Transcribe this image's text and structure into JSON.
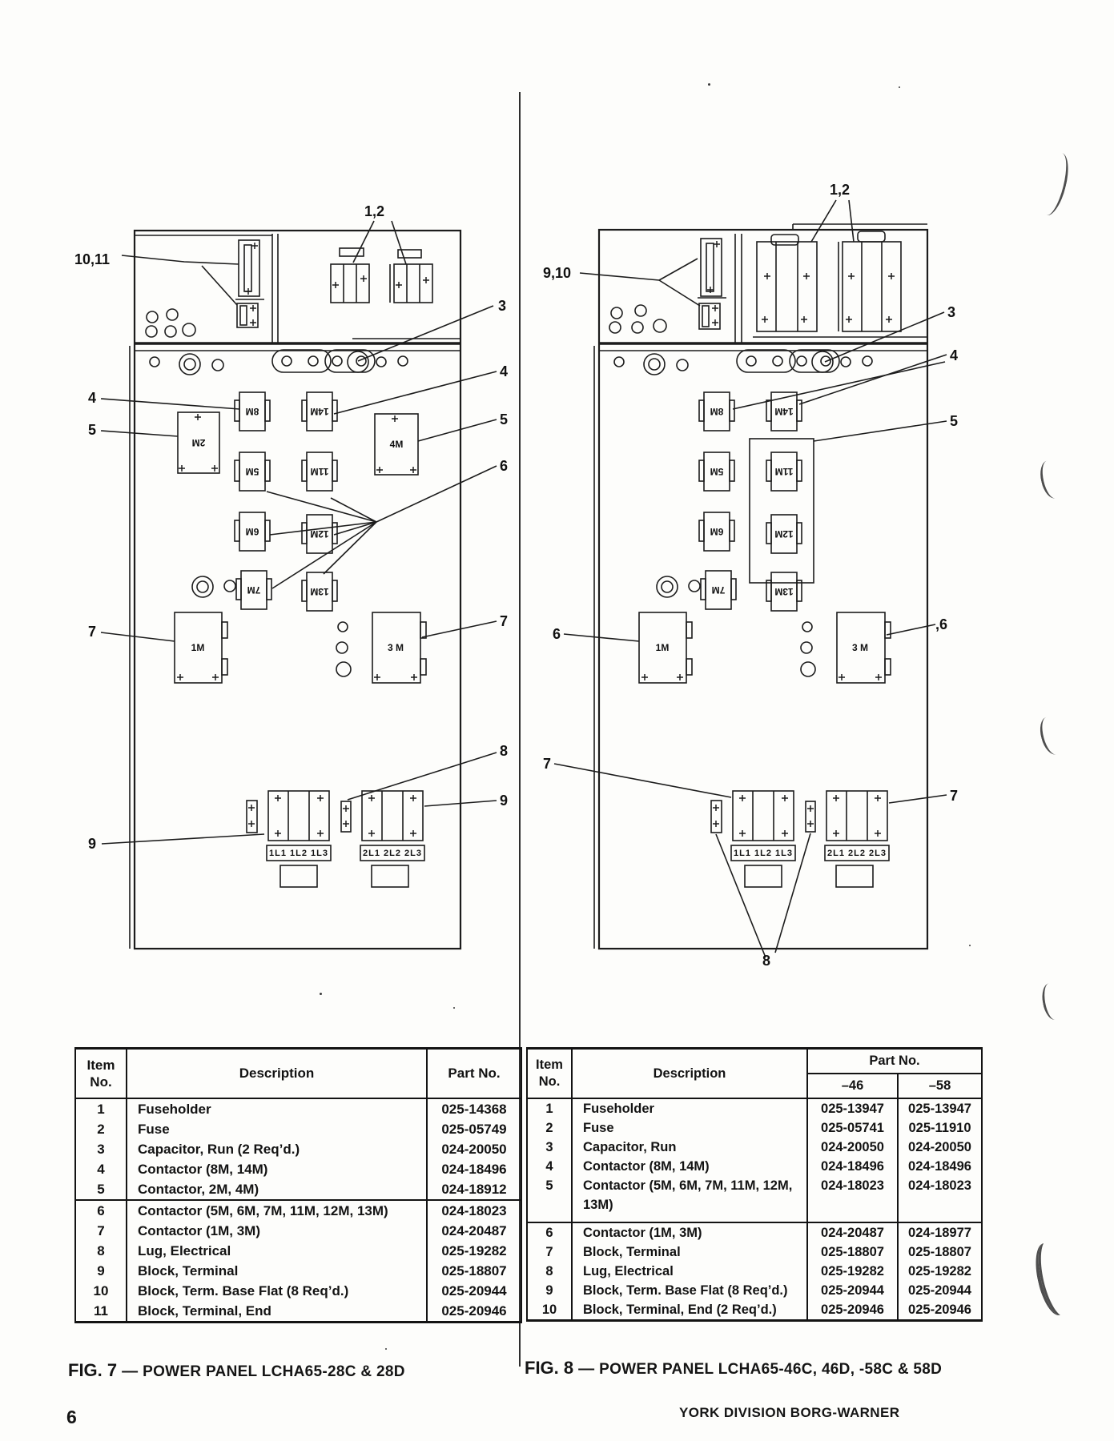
{
  "page": {
    "number": "6",
    "footer": "YORK DIVISION BORG-WARNER"
  },
  "fig7": {
    "caption": {
      "label": "FIG. 7",
      "separator": "—",
      "title": "POWER PANEL LCHA65-28C & 28D"
    },
    "callouts": {
      "left_10_11": "10,11",
      "top_1_2": "1,2",
      "right_3": "3",
      "right_4": "4",
      "left_4": "4",
      "left_5": "5",
      "right_5": "5",
      "right_6": "6",
      "right_7": "7",
      "left_7": "7",
      "right_8": "8",
      "right_9": "9",
      "left_9": "9"
    },
    "components": {
      "c8m": "8M",
      "c14m": "14M",
      "c2m": "2M",
      "c4m": "4M",
      "c5m": "5M",
      "c11m": "11M",
      "c6m": "6M",
      "c12m": "12M",
      "c7m": "7M",
      "c13m": "13M",
      "c1m": "1M",
      "c3m": "3 M",
      "tb1": "1L1 1L2 1L3",
      "tb2": "2L1 2L2 2L3"
    },
    "table": {
      "headers": {
        "item_line1": "Item",
        "item_line2": "No.",
        "description": "Description",
        "part": "Part No."
      },
      "rows": [
        {
          "item": "1",
          "description": "Fuseholder",
          "part": "025-14368"
        },
        {
          "item": "2",
          "description": "Fuse",
          "part": "025-05749"
        },
        {
          "item": "3",
          "description": "Capacitor, Run (2 Req’d.)",
          "part": "024-20050"
        },
        {
          "item": "4",
          "description": "Contactor (8M, 14M)",
          "part": "024-18496"
        },
        {
          "item": "5",
          "description": "Contactor, 2M, 4M)",
          "part": "024-18912"
        },
        {
          "item": "6",
          "description": "Contactor (5M, 6M, 7M, 11M, 12M, 13M)",
          "part": "024-18023"
        },
        {
          "item": "7",
          "description": "Contactor (1M, 3M)",
          "part": "024-20487"
        },
        {
          "item": "8",
          "description": "Lug, Electrical",
          "part": "025-19282"
        },
        {
          "item": "9",
          "description": "Block, Terminal",
          "part": "025-18807"
        },
        {
          "item": "10",
          "description": "Block, Term. Base Flat (8 Req’d.)",
          "part": "025-20944"
        },
        {
          "item": "11",
          "description": "Block, Terminal, End",
          "part": "025-20946"
        }
      ]
    }
  },
  "fig8": {
    "caption": {
      "label": "FIG. 8",
      "separator": "—",
      "title": "POWER PANEL LCHA65-46C, 46D, -58C & 58D"
    },
    "callouts": {
      "left_9_10": "9,10",
      "top_1_2": "1,2",
      "right_3": "3",
      "right_4": "4",
      "right_5": "5",
      "left_6": "6",
      "right_6": ",6",
      "left_7": "7",
      "right_7": "7",
      "bottom_8": "8"
    },
    "components": {
      "c8m": "8M",
      "c14m": "14M",
      "c5m": "5M",
      "c11m": "11M",
      "c6m": "6M",
      "c12m": "12M",
      "c7m": "7M",
      "c13m": "13M",
      "c1m": "1M",
      "c3m": "3 M",
      "tb1": "1L1 1L2 1L3",
      "tb2": "2L1 2L2 2L3"
    },
    "table": {
      "headers": {
        "item_line1": "Item",
        "item_line2": "No.",
        "description": "Description",
        "part": "Part No.",
        "col46": "–46",
        "col58": "–58"
      },
      "rows": [
        {
          "item": "1",
          "description": "Fuseholder",
          "part46": "025-13947",
          "part58": "025-13947"
        },
        {
          "item": "2",
          "description": "Fuse",
          "part46": "025-05741",
          "part58": "025-11910"
        },
        {
          "item": "3",
          "description": "Capacitor, Run",
          "part46": "024-20050",
          "part58": "024-20050"
        },
        {
          "item": "4",
          "description": "Contactor (8M, 14M)",
          "part46": "024-18496",
          "part58": "024-18496"
        },
        {
          "item": "5",
          "description": "Contactor (5M, 6M, 7M, 11M, 12M, 13M)",
          "part46": "024-18023",
          "part58": "024-18023"
        },
        {
          "item": "6",
          "description": "Contactor (1M, 3M)",
          "part46": "024-20487",
          "part58": "024-18977"
        },
        {
          "item": "7",
          "description": "Block, Terminal",
          "part46": "025-18807",
          "part58": "025-18807"
        },
        {
          "item": "8",
          "description": "Lug, Electrical",
          "part46": "025-19282",
          "part58": "025-19282"
        },
        {
          "item": "9",
          "description": "Block, Term. Base Flat (8 Req’d.)",
          "part46": "025-20944",
          "part58": "025-20944"
        },
        {
          "item": "10",
          "description": "Block, Terminal, End (2 Req’d.)",
          "part46": "025-20946",
          "part58": "025-20946"
        }
      ]
    }
  }
}
